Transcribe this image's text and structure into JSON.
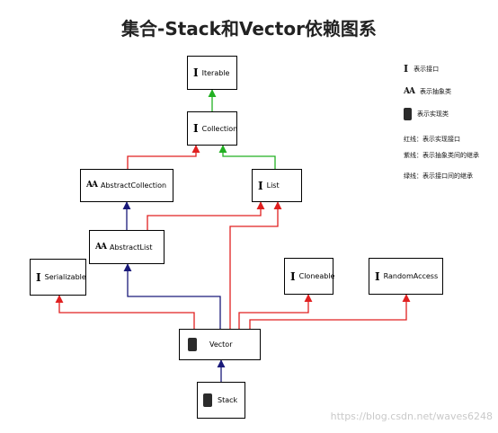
{
  "title": "集合-Stack和Vector依赖图系",
  "nodes": {
    "iterable": {
      "label": "Iterable",
      "icon": "interface-icon"
    },
    "collection": {
      "label": "Collection",
      "icon": "interface-icon"
    },
    "abstract_collection": {
      "label": "AbstractCollection",
      "icon": "abstract-class-icon"
    },
    "list": {
      "label": "List",
      "icon": "interface-icon"
    },
    "abstract_list": {
      "label": "AbstractList",
      "icon": "abstract-class-icon"
    },
    "serializable": {
      "label": "Serializable",
      "icon": "interface-icon"
    },
    "cloneable": {
      "label": "Cloneable",
      "icon": "interface-icon"
    },
    "random_access": {
      "label": "RandomAccess",
      "icon": "interface-icon"
    },
    "vector": {
      "label": "Vector",
      "icon": "class-icon"
    },
    "stack": {
      "label": "Stack",
      "icon": "class-icon"
    }
  },
  "legend": {
    "interface": "表示接口",
    "abstract": "表示抽象类",
    "class": "表示实现类",
    "red_line": "红线：表示实现接口",
    "purple_line": "紫线：表示抽象类间的继承",
    "green_line": "绿线：表示接口间的继承"
  },
  "colors": {
    "implements": "#e02020",
    "extends_class": "#1a1a7a",
    "extends_interface": "#22b022"
  },
  "watermark": "https://blog.csdn.net/waves6248"
}
